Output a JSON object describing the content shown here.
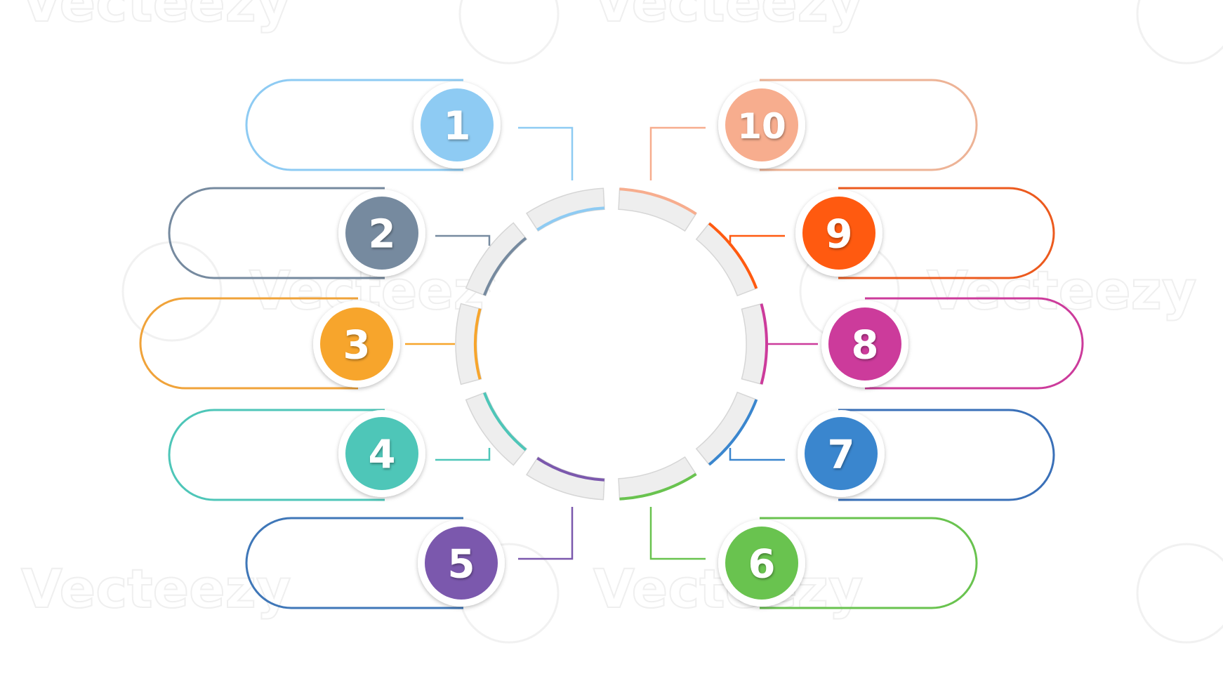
{
  "watermark": {
    "text": "Vecteezy"
  },
  "center": {
    "steps": [
      {
        "number": "1",
        "color": "#8ecbf3",
        "line_color": "#8ecbf3"
      },
      {
        "number": "2",
        "color": "#768a9f",
        "line_color": "#768a9f"
      },
      {
        "number": "3",
        "color": "#f7a52c",
        "line_color": "#f0a33a"
      },
      {
        "number": "4",
        "color": "#4ec6b8",
        "line_color": "#4ec6b8"
      },
      {
        "number": "5",
        "color": "#7b58ad",
        "line_color": "#3f77b8"
      },
      {
        "number": "6",
        "color": "#69c34f",
        "line_color": "#69c34f"
      },
      {
        "number": "7",
        "color": "#3a86ce",
        "line_color": "#3a70b8"
      },
      {
        "number": "8",
        "color": "#cc3b9b",
        "line_color": "#cc3b9b"
      },
      {
        "number": "9",
        "color": "#ff5a10",
        "line_color": "#ec5a1e"
      },
      {
        "number": "10",
        "color": "#f7ad8e",
        "line_color": "#edb396"
      }
    ]
  }
}
